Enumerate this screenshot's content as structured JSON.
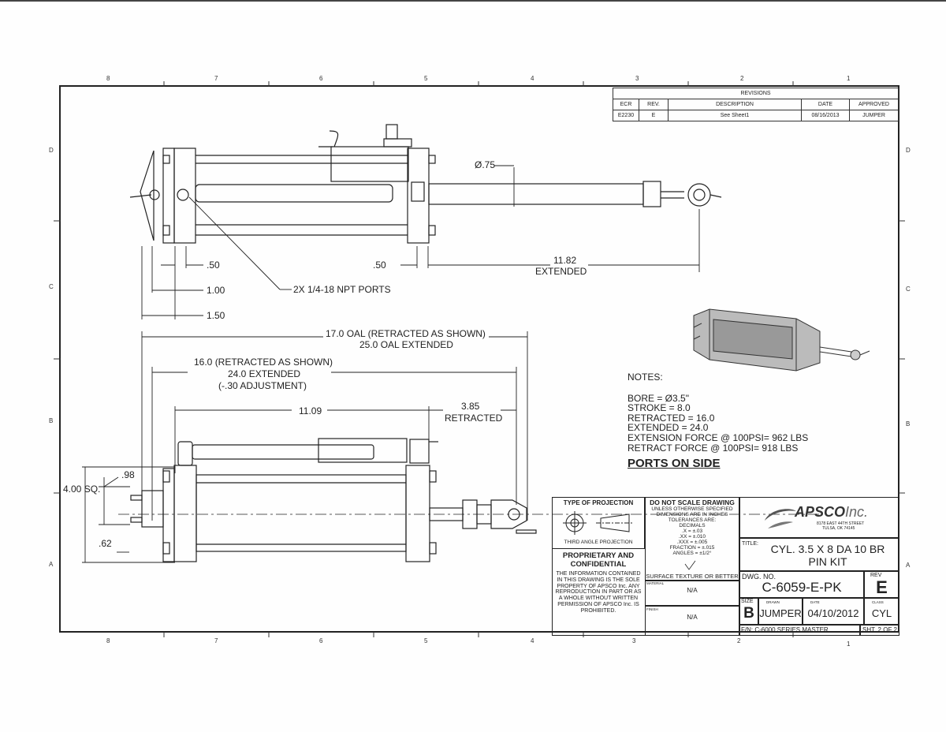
{
  "zones": {
    "columns": [
      "8",
      "7",
      "6",
      "5",
      "4",
      "3",
      "2",
      "1"
    ],
    "rows": [
      "D",
      "C",
      "B",
      "A"
    ]
  },
  "revisions": {
    "title": "REVISIONS",
    "headers": [
      "ECR",
      "REV.",
      "DESCRIPTION",
      "DATE",
      "APPROVED"
    ],
    "row": [
      "E2230",
      "E",
      "See Sheet1",
      "08/16/2013",
      "JUMPER"
    ]
  },
  "dimensions": {
    "rod_dia": "Ø.75",
    "d050a": ".50",
    "d050b": ".50",
    "d100": "1.00",
    "d150": "1.50",
    "ports": "2X 1/4-18 NPT PORTS",
    "ext_1182": "11.82",
    "ext_label": "EXTENDED",
    "oal_1": "17.0 OAL (RETRACTED AS SHOWN)",
    "oal_2": "25.0 OAL EXTENDED",
    "len_1": "16.0 (RETRACTED AS SHOWN)",
    "len_2": "24.0 EXTENDED",
    "len_3": "(-.30 ADJUSTMENT)",
    "d1109": "11.09",
    "d385": "3.85",
    "retracted": "RETRACTED",
    "d098": ".98",
    "sq400": "4.00 SQ.",
    "d062": ".62"
  },
  "notes": {
    "title": "NOTES:",
    "lines": [
      "BORE = Ø3.5\"",
      "STROKE =  8.0",
      "RETRACTED = 16.0",
      "EXTENDED = 24.0",
      "EXTENSION FORCE @ 100PSI= 962 LBS",
      "RETRACT FORCE @ 100PSI= 918 LBS"
    ],
    "ports_on_side": "PORTS ON SIDE"
  },
  "title_block": {
    "projection_title": "TYPE OF PROJECTION",
    "projection_label": "THIRD ANGLE PROJECTION",
    "proprietary_title": "PROPRIETARY AND CONFIDENTIAL",
    "proprietary_text": "THE INFORMATION CONTAINED IN THIS DRAWING IS THE SOLE PROPERTY OF APSCO Inc. ANY REPRODUCTION IN PART OR AS A WHOLE WITHOUT WRITTEN PERMISSION OF APSCO Inc. IS PROHIBITED.",
    "noscale_title": "DO NOT SCALE DRAWING",
    "noscale_1": "UNLESS OTHERWISE SPECIFIED",
    "noscale_2": "DIMENSIONS ARE IN INCHES",
    "noscale_3": "TOLERANCES ARE:",
    "noscale_4": "DECIMALS",
    "tol_x": ".X    =  ±.03",
    "tol_xx": ".XX   =  ±.010",
    "tol_xxx": ".XXX  =  ±.005",
    "tol_frac": "FRACTION = ±.015",
    "tol_ang": "ANGLES = ±1/2°",
    "surface": "SURFACE TEXTURE OR BETTER",
    "material_label": "MATERIAL",
    "material_value": "N/A",
    "finish_label": "FINISH",
    "finish_value": "N/A",
    "logo": "APSCO",
    "logo_inc": "Inc.",
    "address_1": "8178 EAST 44TH STREET",
    "address_2": "TULSA, OK 74145",
    "title_label": "TITLE:",
    "title_1": "CYL. 3.5 X 8 DA 10 BR",
    "title_2": "PIN KIT",
    "dwg_label": "DWG. NO.",
    "dwg_no": "C-6059-E-PK",
    "rev_label": "REV",
    "rev": "E",
    "size_label": "SIZE",
    "size": "B",
    "drawn_label": "DRAWN",
    "drawn": "JUMPER",
    "date_label": "DATE",
    "date": "04/10/2012",
    "class_label": "CLASS",
    "class": "CYL",
    "fn": "F/N: C-6000 SERIES MASTER",
    "sheet": "SHT. 2 OF 2"
  }
}
